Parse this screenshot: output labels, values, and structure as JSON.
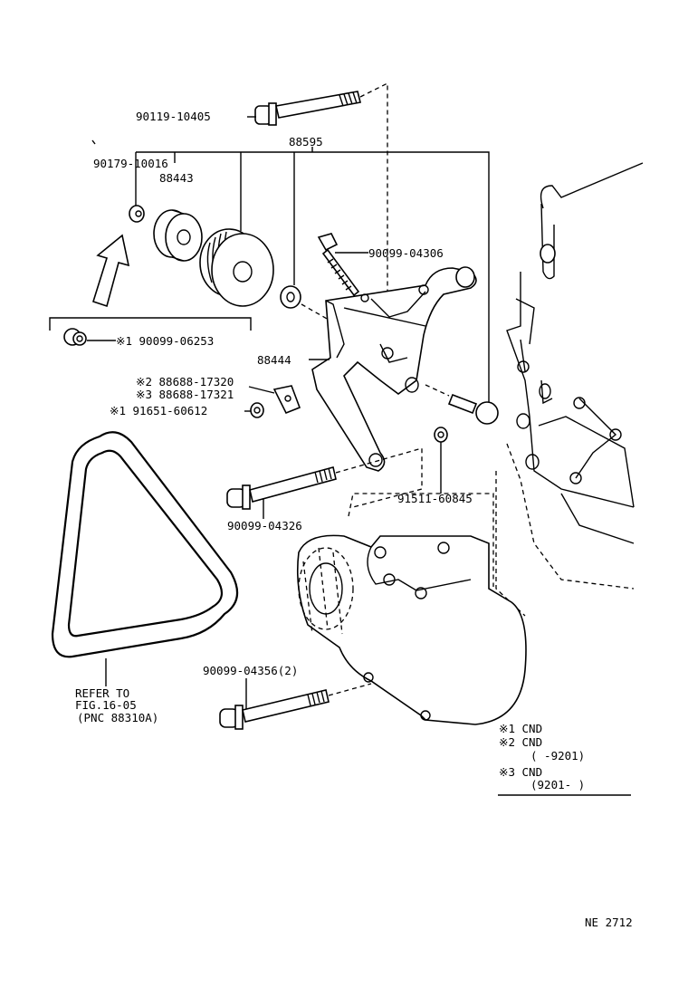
{
  "labels": {
    "bolt_top": "90119-10405",
    "nut_small": "90179-10016",
    "assy": "88595",
    "pulley_small": "88443",
    "bolt_adjust": "90099-04306",
    "nut_x1": "※1 90099-06253",
    "bracket": "88444",
    "plate_x2": "※2 88688-17320",
    "plate_x3": "※3 88688-17321",
    "nut_x1b": "※1 91651-60612",
    "washer": "91511-60845",
    "bolt_mid": "90099-04326",
    "bolt_low": "90099-04356(2)",
    "belt_ref_1": "REFER TO",
    "belt_ref_2": "FIG.16-05",
    "belt_ref_3": "(PNC 88310A)"
  },
  "legend": {
    "line1": "※1 CND",
    "line2": "※2 CND",
    "line3": "(     -9201)",
    "line4": "※3 CND",
    "line5": "(9201-     )"
  },
  "footer_code": "NE 2712"
}
